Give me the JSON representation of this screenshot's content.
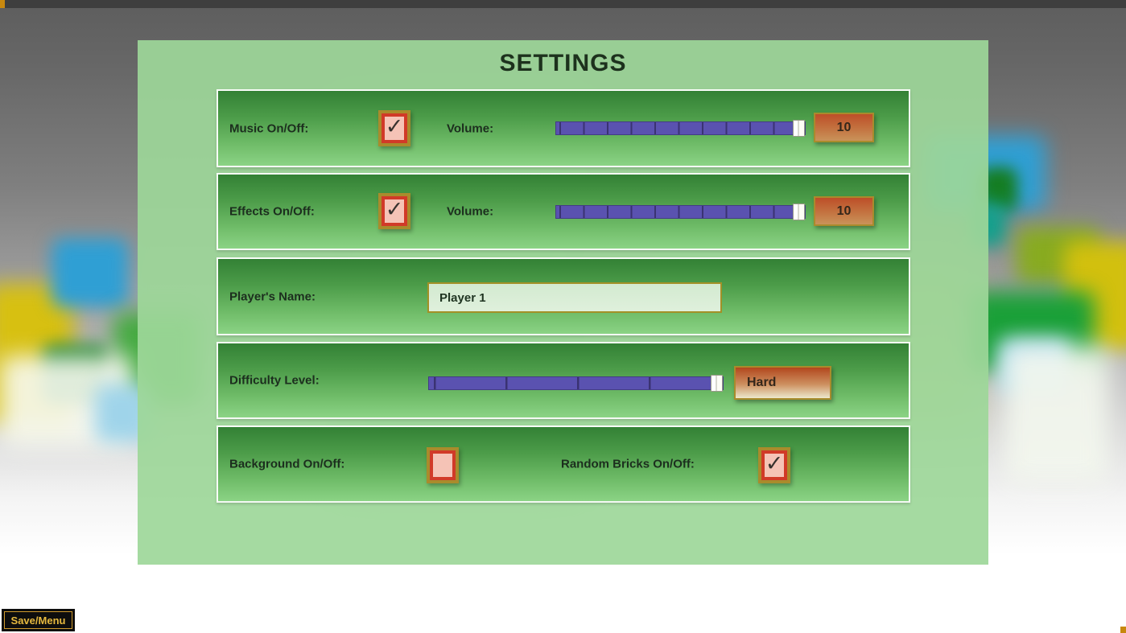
{
  "title": "SETTINGS",
  "rows": {
    "music": {
      "label": "Music On/Off:",
      "checked": true,
      "check_glyph": "✓",
      "volume_label": "Volume:",
      "volume_value": "10",
      "volume_max": 10
    },
    "effects": {
      "label": "Effects On/Off:",
      "checked": true,
      "check_glyph": "✓",
      "volume_label": "Volume:",
      "volume_value": "10",
      "volume_max": 10
    },
    "player": {
      "label": "Player's Name:",
      "value": "Player 1"
    },
    "difficulty": {
      "label": "Difficulty Level:",
      "value": "Hard",
      "slider_at_max": true
    },
    "toggles": {
      "background_label": "Background On/Off:",
      "background_checked": false,
      "random_bricks_label": "Random Bricks On/Off:",
      "random_bricks_checked": true,
      "check_glyph": "✓"
    }
  },
  "footer": {
    "save_label": "Save/Menu"
  },
  "colors": {
    "panel_green": "#9dd799",
    "row_green_top": "#338135",
    "row_green_bottom": "#8bd385",
    "slider_purple": "#5a52b0",
    "checkbox_red": "#d13a28",
    "checkbox_pink": "#f5c3b6",
    "gold_border": "#a98b2c",
    "value_box_orange": "#bd4e28",
    "save_button_gold": "#e6b93f"
  }
}
